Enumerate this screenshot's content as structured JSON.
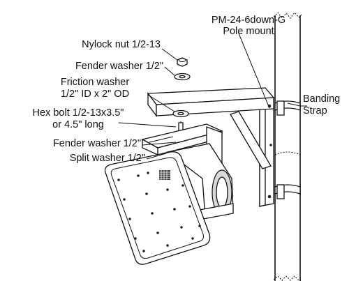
{
  "labels": {
    "model": "PM-24-6down-G",
    "model_desc": "Pole mount",
    "nylock": "Nylock nut 1/2-13",
    "fender_top": "Fender washer 1/2\"",
    "friction_1": "Friction washer",
    "friction_2": "1/2\" ID x 2\" OD",
    "hex_1": "Hex bolt 1/2-13x3.5\"",
    "hex_2": "or 4.5\" long",
    "fender_bottom": "Fender washer 1/2\"",
    "split": "Split washer 1/2\"",
    "banding_1": "Banding",
    "banding_2": "Strap"
  }
}
